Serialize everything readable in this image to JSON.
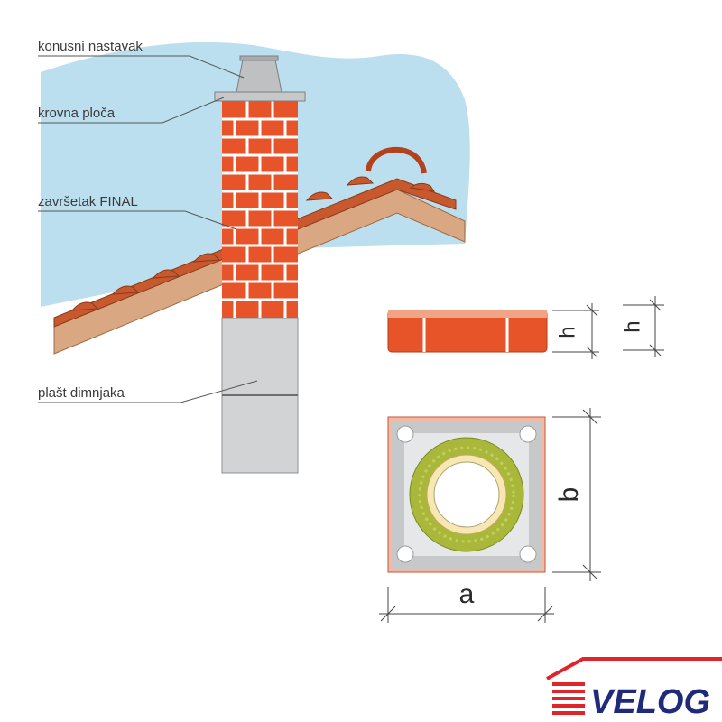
{
  "labels": {
    "cone_cap": "konusni nastavak",
    "roof_plate": "krovna ploča",
    "final_finish": "završetak FINAL",
    "chimney_shell": "plašt dimnjaka"
  },
  "dimensions": {
    "height_left": "h",
    "height_right": "h",
    "width": "a",
    "depth": "b"
  },
  "logo": {
    "text": "VELOG",
    "colors": {
      "roof": "#e0242a",
      "text": "#1f2a7a"
    }
  },
  "colors": {
    "sky": "#bcdff0",
    "brick": "#e8542a",
    "mortar": "#ffffff",
    "concrete": "#d2d3d5",
    "roof_board": "#d9a882",
    "tile": "#c8582d",
    "insulation": "#a9b83a",
    "liner": "#f6e7b4"
  }
}
